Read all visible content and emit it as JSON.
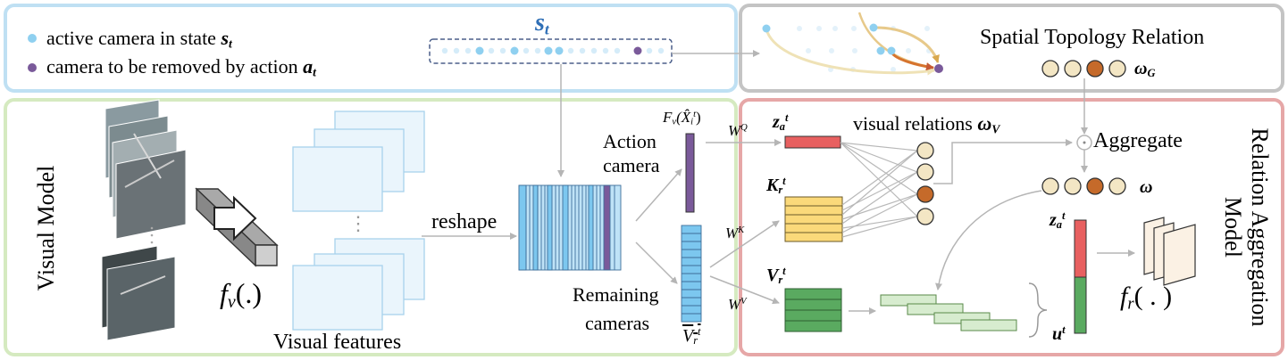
{
  "legend": {
    "active_camera": {
      "text": "active camera in state ",
      "sym": "s",
      "sub": "t"
    },
    "removed_camera": {
      "text": "camera to be removed by action ",
      "sym": "a",
      "sub": "t"
    }
  },
  "state": {
    "sym": "s",
    "sub": "t"
  },
  "spatial": {
    "title": "Spatial Topology Relation",
    "omega_sym": "ω",
    "omega_sub": "G"
  },
  "visual_model": {
    "panel_label": "Visual Model",
    "fv_sym": "f",
    "fv_sub": "v",
    "fv_arg": "(.)",
    "features_label": "Visual features",
    "reshape_label": "reshape",
    "ellipsis": "⋮"
  },
  "cameras": {
    "action_line1": "Action",
    "action_line2": "camera",
    "remaining_line1": "Remaining",
    "remaining_line2": "cameras",
    "Fv_label": "F",
    "Fv_sub": "v",
    "Fv_arg": "(X̂",
    "Fv_arg_sub": "i",
    "Fv_arg_sup": "t",
    "Fv_close": ")",
    "V_label": "V",
    "V_sub": "r",
    "V_sup": "t"
  },
  "weights": {
    "WQ": {
      "sym": "W",
      "sup": "Q"
    },
    "WK": {
      "sym": "W",
      "sup": "K"
    },
    "WV": {
      "sym": "W",
      "sup": "V"
    }
  },
  "relation": {
    "panel_label_line1": "Relation Aggregation",
    "panel_label_line2": "Model",
    "z": {
      "sym": "z",
      "sub": "a",
      "sup": "t"
    },
    "K": {
      "sym": "K",
      "sub": "r",
      "sup": "t"
    },
    "V": {
      "sym": "V",
      "sub": "r",
      "sup": "t"
    },
    "visual_relations": "visual relations ",
    "omega_v_sym": "ω",
    "omega_v_sub": "V",
    "aggregate": "Aggregate",
    "omega": "ω",
    "z2": {
      "sym": "z",
      "sub": "a",
      "sup": "t"
    },
    "u": {
      "sym": "u",
      "sup": "t"
    },
    "fr_sym": "f",
    "fr_sub": "r",
    "fr_arg": "( . )"
  },
  "colors": {
    "blue_border": "#bfe0f3",
    "gray_border": "#c4c4c4",
    "green_border": "#d5eac0",
    "red_border": "#e6a7a7",
    "active_dot": "#8fd0f0",
    "remove_dot": "#7a5a9a",
    "brown": "#c56a2a",
    "cream": "#f3e6c4",
    "red_bar": "#e86060",
    "yellow_bar": "#fbd97a",
    "green_bar": "#5aaa60",
    "light_green": "#d7eccf",
    "title_blue": "#2f6fb6"
  }
}
